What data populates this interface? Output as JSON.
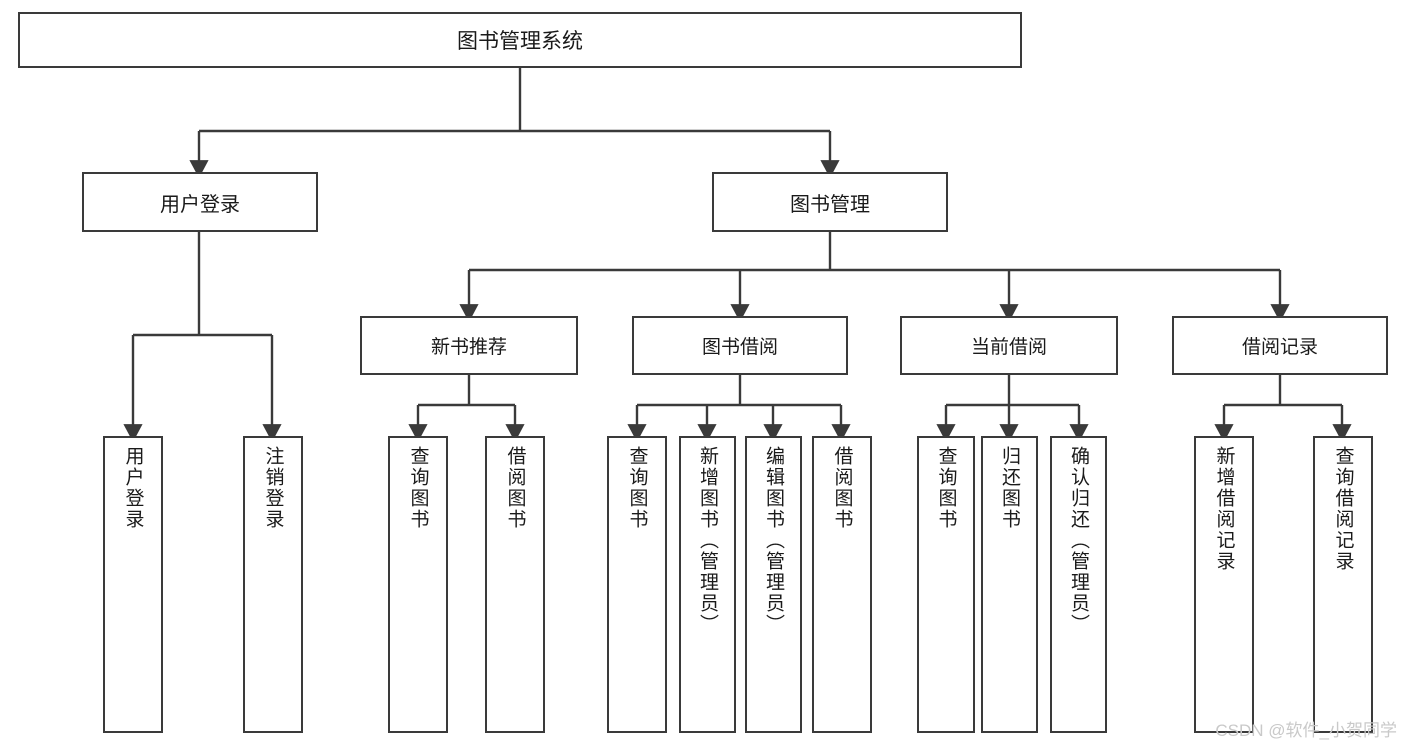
{
  "diagram": {
    "type": "tree",
    "title": "图书管理系统",
    "root": {
      "label": "图书管理系统"
    },
    "level2": [
      {
        "label": "用户登录"
      },
      {
        "label": "图书管理"
      }
    ],
    "level3": [
      {
        "label": "新书推荐"
      },
      {
        "label": "图书借阅"
      },
      {
        "label": "当前借阅"
      },
      {
        "label": "借阅记录"
      }
    ],
    "leaves": {
      "user_login": [
        {
          "label": "用户登录"
        },
        {
          "label": "注销登录"
        }
      ],
      "new_book_recommend": [
        {
          "label": "查询图书"
        },
        {
          "label": "借阅图书"
        }
      ],
      "book_borrow": [
        {
          "label": "查询图书"
        },
        {
          "label": "新增图书（管理员）"
        },
        {
          "label": "编辑图书（管理员）"
        },
        {
          "label": "借阅图书"
        }
      ],
      "current_borrow": [
        {
          "label": "查询图书"
        },
        {
          "label": "归还图书"
        },
        {
          "label": "确认归还（管理员）"
        }
      ],
      "borrow_record": [
        {
          "label": "新增借阅记录"
        },
        {
          "label": "查询借阅记录"
        }
      ]
    }
  },
  "watermark": {
    "text": "CSDN @软件_小贺同学"
  },
  "colors": {
    "stroke": "#3a3a3a",
    "text": "#1a1a1a",
    "background": "#ffffff",
    "watermark": "#c9c9c9"
  }
}
